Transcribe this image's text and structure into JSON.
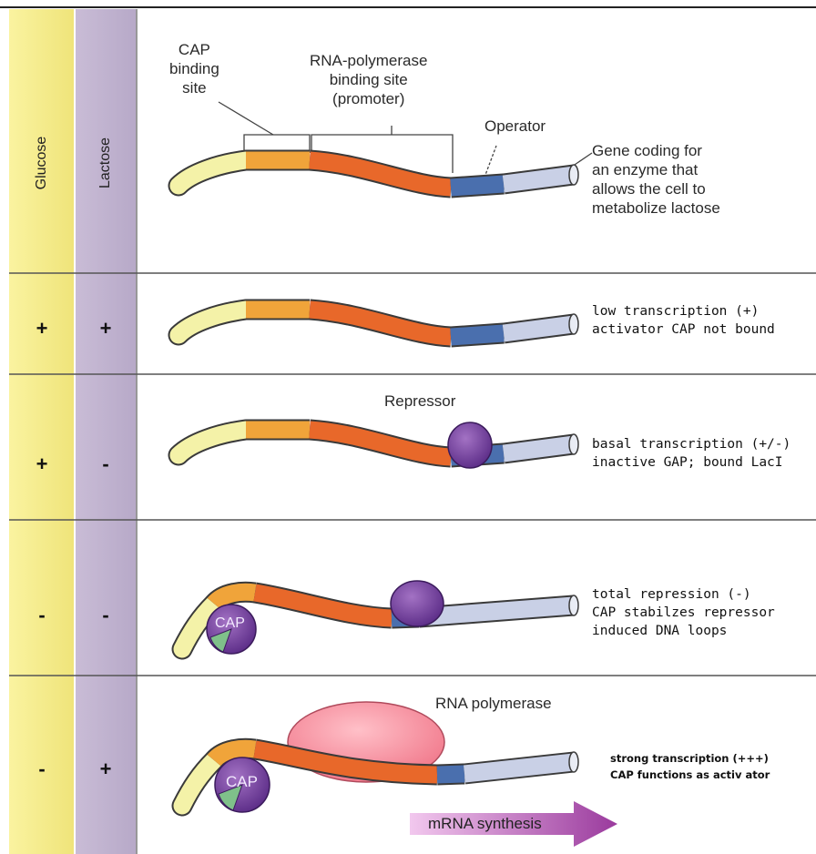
{
  "columns": {
    "glucose": "Glucose",
    "lactose": "Lactose"
  },
  "header_labels": {
    "cap_site": "CAP\nbinding\nsite",
    "promoter": "RNA-polymerase\nbinding site\n(promoter)",
    "operator": "Operator",
    "gene": "Gene coding for\nan enzyme that\nallows the cell to\nmetabolize lactose"
  },
  "rows": [
    {
      "glucose": "+",
      "lactose": "+",
      "note": "low transcription (+)\nactivator CAP not bound"
    },
    {
      "glucose": "+",
      "lactose": "-",
      "note": "basal transcription (+/-)\ninactive GAP; bound LacI",
      "label": "Repressor"
    },
    {
      "glucose": "-",
      "lactose": "-",
      "note": "total repression (-)\nCAP stabilzes repressor\ninduced DNA loops",
      "cap": "CAP"
    },
    {
      "glucose": "-",
      "lactose": "+",
      "note": "strong transcription (+++)\nCAP functions as activ ator",
      "cap": "CAP",
      "label": "RNA polymerase",
      "arrow": "mRNA synthesis"
    }
  ],
  "colors": {
    "glucose_col": "#f7ef8c",
    "lactose_col": "#cfc3d8",
    "cap_segment": "#f0a43a",
    "promoter_segment": "#e8682a",
    "operator_segment": "#4a6fae",
    "gene_segment": "#c9d0e6",
    "left_end": "#f4f2a8",
    "repressor": "#7b3fa3",
    "rna_polymerase": "#f47f8e",
    "arrow": "#b660b5"
  }
}
